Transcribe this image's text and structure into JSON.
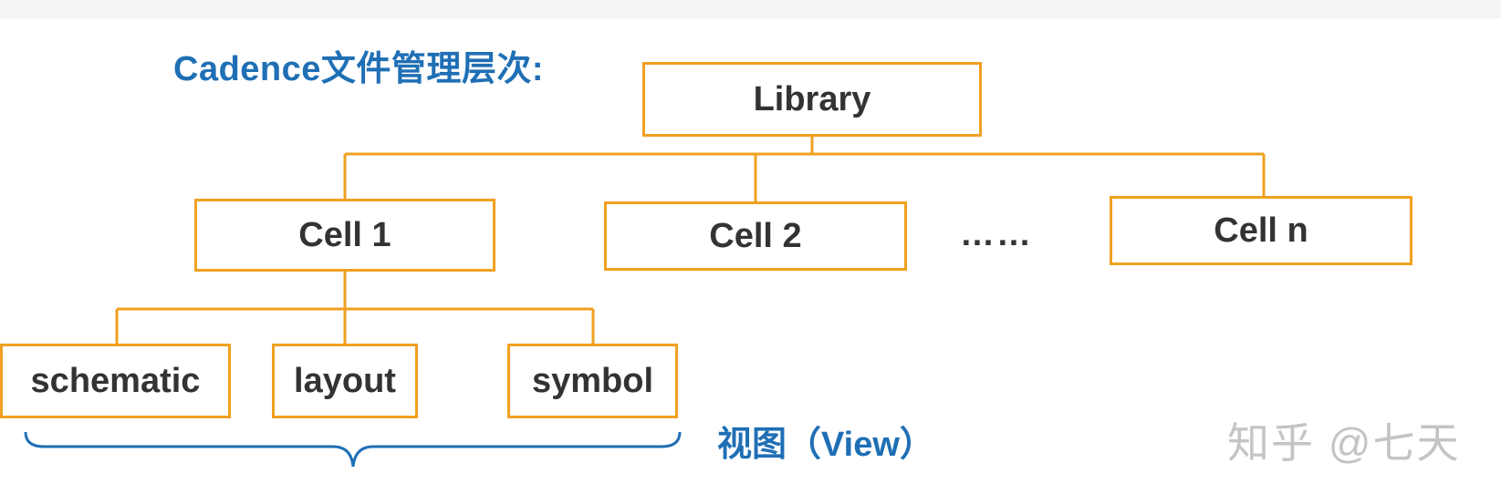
{
  "title": "Cadence文件管理层次:",
  "tree": {
    "root": "Library",
    "cells": [
      "Cell 1",
      "Cell 2",
      "Cell n"
    ],
    "ellipsis": "……",
    "views": [
      "schematic",
      "layout",
      "symbol"
    ]
  },
  "view_label": "视图（View）",
  "watermark": "知乎 @七天",
  "colors": {
    "box_border": "#f0a020",
    "connector": "#f0a020",
    "title_text": "#1f6fb5",
    "view_label_text": "#1f6fb5",
    "box_text": "#333333",
    "brace": "#1f6fb5",
    "watermark": "#c4c4c4"
  }
}
